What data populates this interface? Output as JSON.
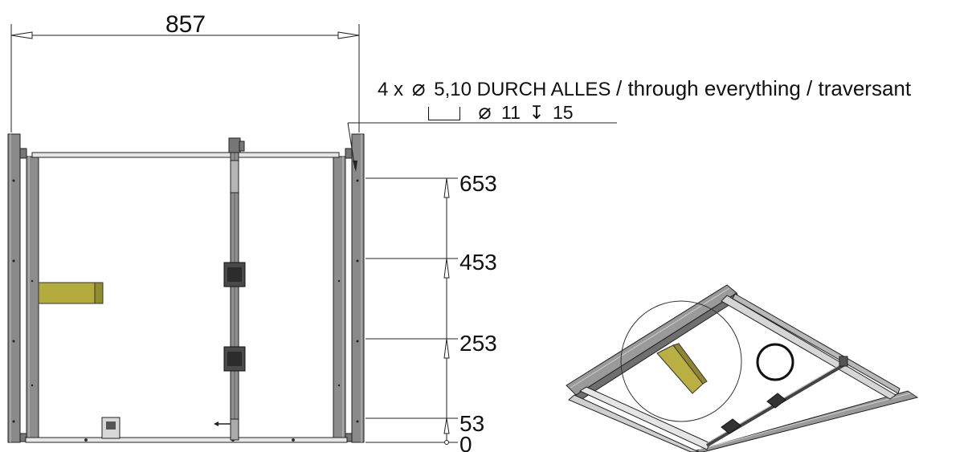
{
  "drawing": {
    "width_dimension": "857",
    "hole_note": {
      "count_prefix": "4 x",
      "diameter_symbol": "⌀",
      "diameter": "5,10",
      "through_de": "DURCH ALLES",
      "through_en_fr": "/ through everything / traversant",
      "counterbore_diameter": "11",
      "counterbore_depth_symbol": "↧",
      "counterbore_depth": "15"
    },
    "vertical_dimensions": [
      "653",
      "453",
      "253",
      "53",
      "0"
    ]
  }
}
